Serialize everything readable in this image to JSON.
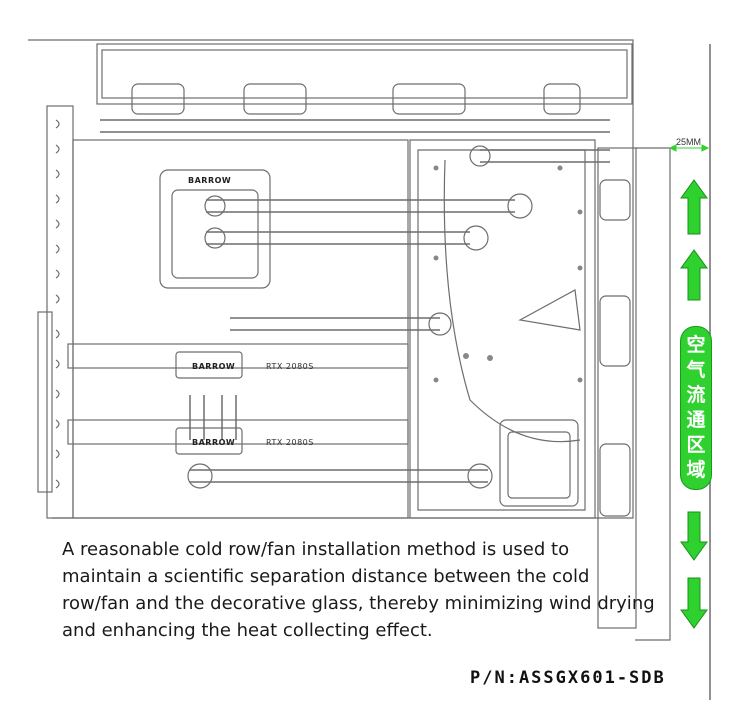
{
  "caption": {
    "lines": [
      "A reasonable cold row/fan installation method is used to",
      "maintain a scientific separation distance between the cold",
      "row/fan and the decorative glass, thereby minimizing wind drying",
      "and enhancing the heat collecting effect."
    ]
  },
  "part_number": "P/N:ASSGX601-SDB",
  "dimension_label": "25MM",
  "airflow_zone": {
    "chars": [
      "空",
      "气",
      "流",
      "通",
      "区",
      "域"
    ],
    "color": "#2fd12f"
  },
  "gpu_labels": [
    "RTX 2080S",
    "RTX 2080S"
  ],
  "brand_labels": [
    "BARROW",
    "BARROW",
    "BARROW"
  ],
  "colors": {
    "line": "#6d6d6d",
    "arrow_green": "#2fd12f",
    "arrow_dark": "#1a8f1a"
  }
}
